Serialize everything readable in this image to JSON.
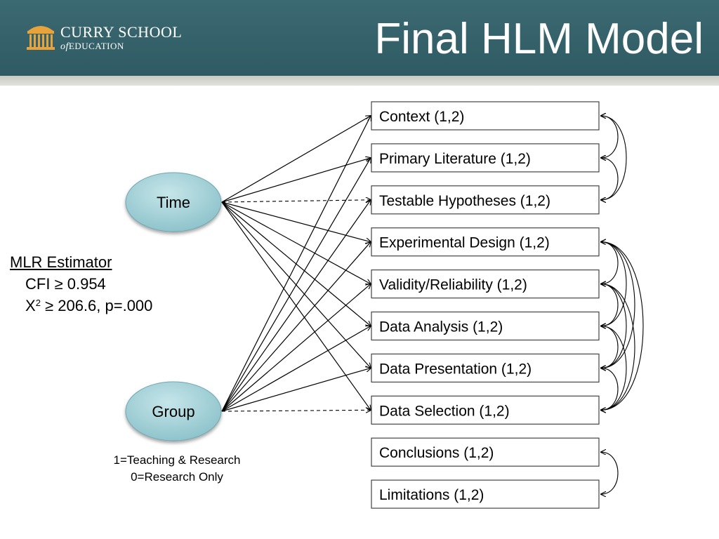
{
  "header": {
    "title": "Final HLM Model",
    "logo": {
      "line1": "CURRY SCHOOL",
      "line2_prefix": "of",
      "line2": "EDUCATION"
    },
    "background_color": "#365f68"
  },
  "nodes": {
    "time": "Time",
    "group": "Group"
  },
  "outcomes": [
    "Context (1,2)",
    "Primary Literature (1,2)",
    "Testable Hypotheses (1,2)",
    "Experimental Design (1,2)",
    "Validity/Reliability (1,2)",
    "Data Analysis (1,2)",
    "Data Presentation (1,2)",
    "Data Selection (1,2)",
    "Conclusions (1,2)",
    "Limitations (1,2)"
  ],
  "paths": {
    "time": {
      "solid": [
        0,
        1,
        3,
        4,
        5,
        6,
        7
      ],
      "dashed": [
        2
      ]
    },
    "group": {
      "solid": [
        0,
        1,
        2,
        3,
        4,
        5,
        6
      ],
      "dashed": [
        7
      ]
    }
  },
  "covariances": [
    [
      0,
      1
    ],
    [
      1,
      2
    ],
    [
      0,
      2
    ],
    [
      3,
      4
    ],
    [
      4,
      5
    ],
    [
      5,
      6
    ],
    [
      6,
      7
    ],
    [
      3,
      5
    ],
    [
      4,
      6
    ],
    [
      5,
      7
    ],
    [
      3,
      6
    ],
    [
      4,
      7
    ],
    [
      3,
      7
    ],
    [
      8,
      9
    ]
  ],
  "estimator": {
    "heading": "MLR Estimator",
    "cfi": "CFI ≥ 0.954",
    "chi_base": "X",
    "chi_sup": "2",
    "chi_rest": " ≥ 206.6, p=.000"
  },
  "group_note": {
    "line1": "1=Teaching & Research",
    "line2": "0=Research Only"
  },
  "colors": {
    "ellipse_fill": "#a9d3d9",
    "ellipse_edge": "#6fa7b1",
    "line": "#000000"
  }
}
